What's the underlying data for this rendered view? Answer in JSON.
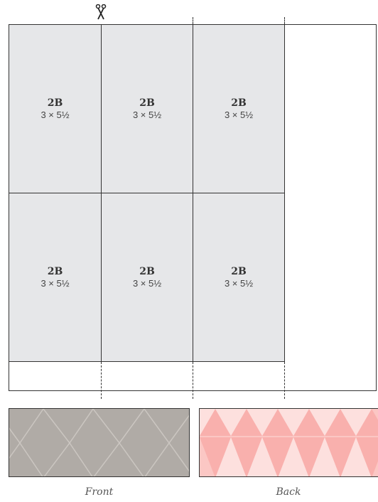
{
  "cut_sheet": {
    "cards": [
      {
        "code": "2B",
        "size": "3 × 5½"
      },
      {
        "code": "2B",
        "size": "3 × 5½"
      },
      {
        "code": "2B",
        "size": "3 × 5½"
      },
      {
        "code": "2B",
        "size": "3 × 5½"
      },
      {
        "code": "2B",
        "size": "3 × 5½"
      },
      {
        "code": "2B",
        "size": "3 × 5½"
      }
    ],
    "icons": {
      "cut_marker": "scissors-icon"
    }
  },
  "paper_swatches": [
    {
      "caption": "Front",
      "color": "#b0aba6",
      "pattern": "diamond-lattice"
    },
    {
      "caption": "Back",
      "color": "#fbc7c4",
      "pattern": "triangles"
    }
  ],
  "colors": {
    "card_fill": "#e6e7e9",
    "outline": "#333333"
  }
}
